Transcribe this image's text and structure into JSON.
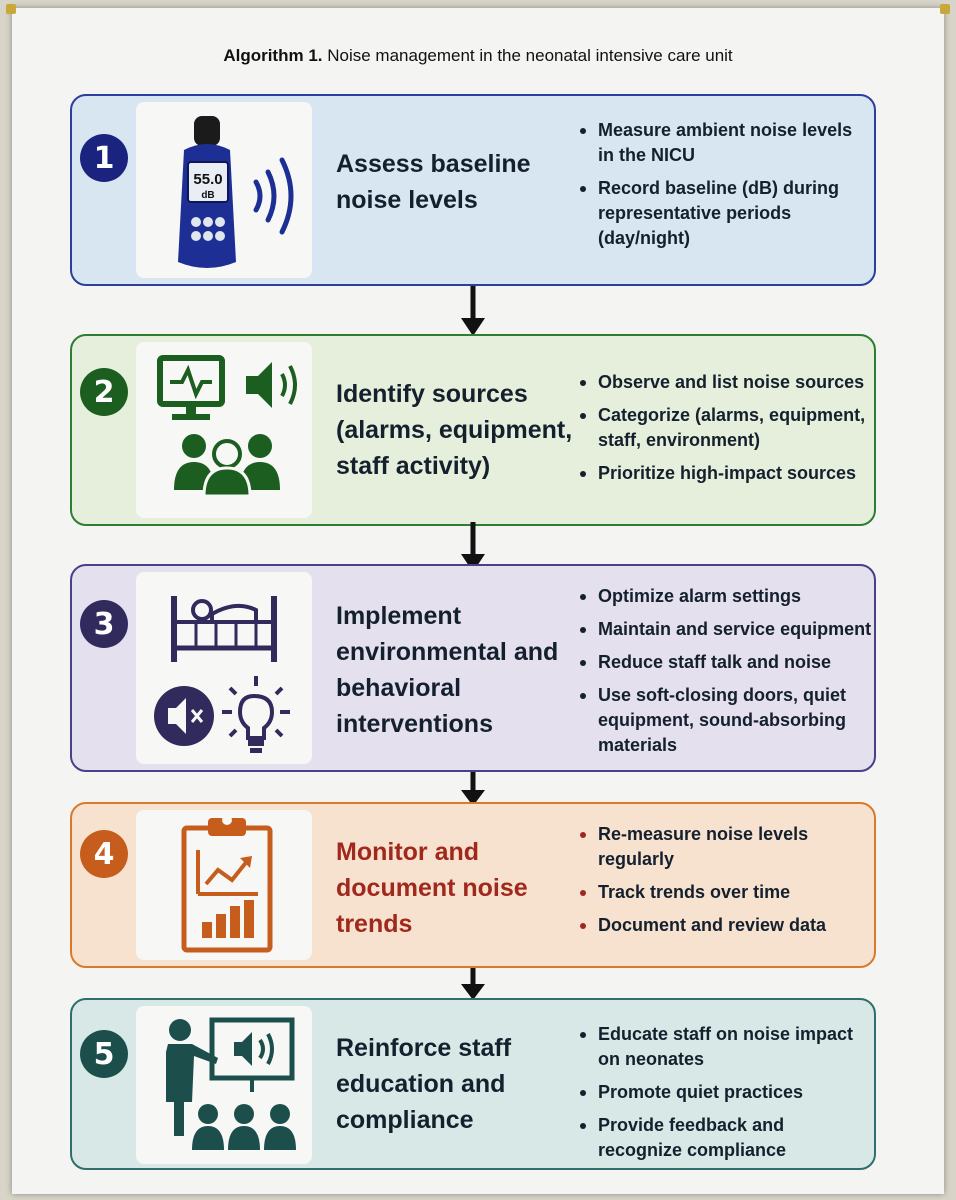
{
  "title": {
    "label": "Algorithm 1.",
    "text": "Noise management in the neonatal intensive care unit"
  },
  "colors": {
    "step1": "#1a237e",
    "step2": "#1b5e20",
    "step3": "#312a5c",
    "step4": "#c65d1d",
    "step5": "#1c4f4c",
    "step4_heading": "#a1281c"
  },
  "steps": [
    {
      "number": "1",
      "heading": "Assess baseline noise levels",
      "icon": "sound-level-meter-icon",
      "meter_reading": "55.0",
      "meter_unit": "dB",
      "bullets": [
        "Measure ambient noise levels in the NICU",
        "Record baseline (dB) during representative periods (day/night)"
      ]
    },
    {
      "number": "2",
      "heading": "Identify sources (alarms, equipment, staff activity)",
      "icon": "monitor-speaker-people-icon",
      "bullets": [
        "Observe and list noise sources",
        "Categorize (alarms, equipment, staff, environment)",
        "Prioritize high-impact sources"
      ]
    },
    {
      "number": "3",
      "heading": "Implement environmental and behavioral interventions",
      "icon": "crib-mute-lightbulb-icon",
      "bullets": [
        "Optimize alarm settings",
        "Maintain and service equipment",
        "Reduce staff talk and noise",
        "Use soft-closing doors, quiet equipment, sound-absorbing materials"
      ]
    },
    {
      "number": "4",
      "heading": "Monitor and document noise trends",
      "icon": "clipboard-chart-icon",
      "bullets": [
        "Re-measure noise levels regularly",
        "Track trends over time",
        "Document and review data"
      ]
    },
    {
      "number": "5",
      "heading": "Reinforce staff education and compliance",
      "icon": "presenter-audience-icon",
      "bullets": [
        "Educate staff on noise impact on neonates",
        "Promote quiet practices",
        "Provide feedback and recognize compliance"
      ]
    }
  ]
}
